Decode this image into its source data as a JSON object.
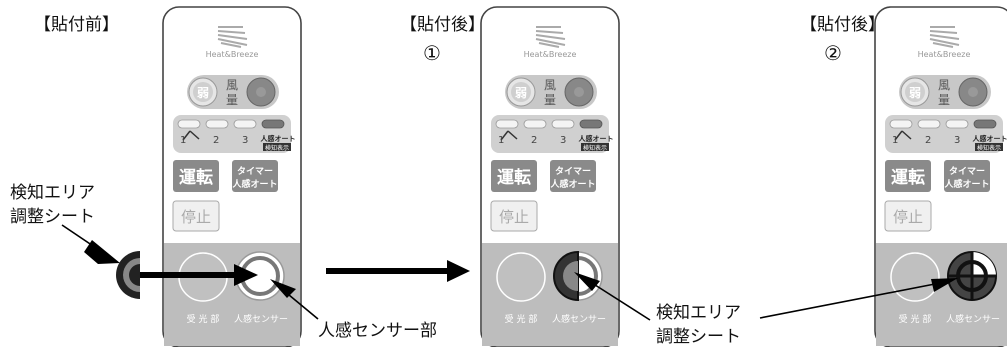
{
  "stages": [
    {
      "label": "【貼付前】",
      "num": ""
    },
    {
      "label": "【貼付後】",
      "num": "①"
    },
    {
      "label": "【貼付後】",
      "num": "②"
    }
  ],
  "panel": {
    "brand": "Heat&Breeze",
    "weak": "弱",
    "fan_line1": "風",
    "fan_line2": "量",
    "ind1": "1",
    "ind2": "2",
    "ind3": "3",
    "auto": "人感オート",
    "auto_sub": "検知表示",
    "run": "運転",
    "timer_line1": "タイマー",
    "timer_line2": "人感オート",
    "stop": "停止",
    "receiver": "受 光 部",
    "sensor": "人感センサー"
  },
  "callouts": {
    "sheet_line1": "検知エリア",
    "sheet_line2": "調整シート",
    "sensor_part": "人感センサー部"
  }
}
